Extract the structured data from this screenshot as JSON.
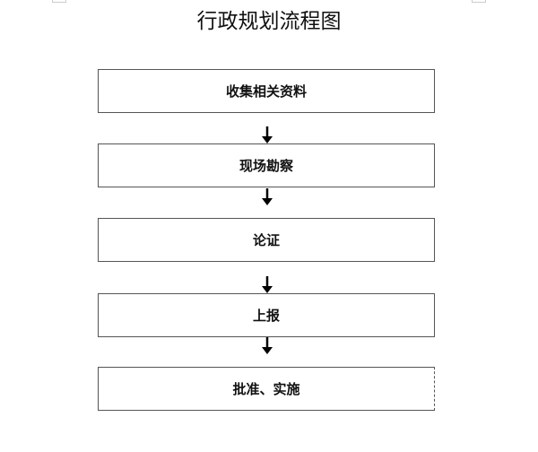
{
  "title": "行政规划流程图",
  "steps": [
    {
      "label": "收集相关资料"
    },
    {
      "label": "现场勘察"
    },
    {
      "label": "论证"
    },
    {
      "label": "上报"
    },
    {
      "label": "批准、实施"
    }
  ]
}
